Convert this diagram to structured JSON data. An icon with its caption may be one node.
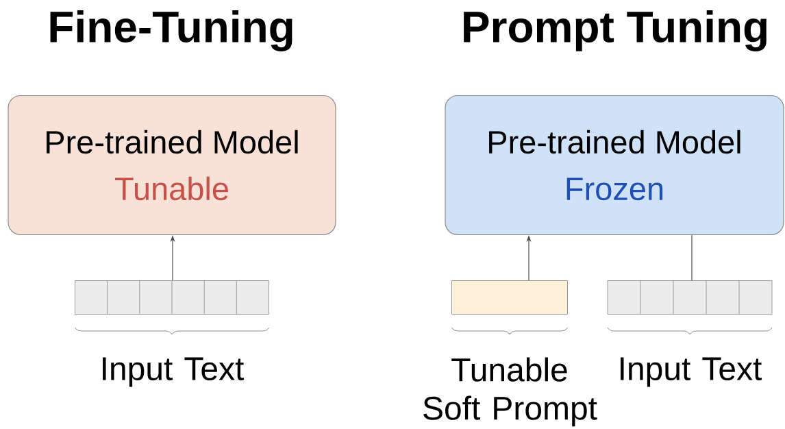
{
  "diagram": {
    "nodes": [
      {
        "text": [
          "Pre-trained Model",
          "Tunable"
        ]
      },
      {
        "text": [],
        "shape": "box",
        "beside": [
          "Input Text"
        ]
      },
      {
        "text": [
          "Pre-trained Model",
          "Frozen"
        ]
      },
      {
        "text": [],
        "shape": "bar",
        "beside": [
          "Tunable Soft Prompt"
        ]
      },
      {
        "text": [],
        "shape": "box",
        "beside": [
          "Input Text"
        ]
      }
    ],
    "edges": [
      {
        "from": 1,
        "to": 0,
        "arrow": "to"
      },
      {
        "from": 3,
        "to": 2,
        "arrow": "to"
      },
      {
        "from": 4,
        "to": 2,
        "arrow": "none"
      }
    ],
    "labels": [
      "Fine-Tuning",
      "Prompt Tuning"
    ]
  }
}
